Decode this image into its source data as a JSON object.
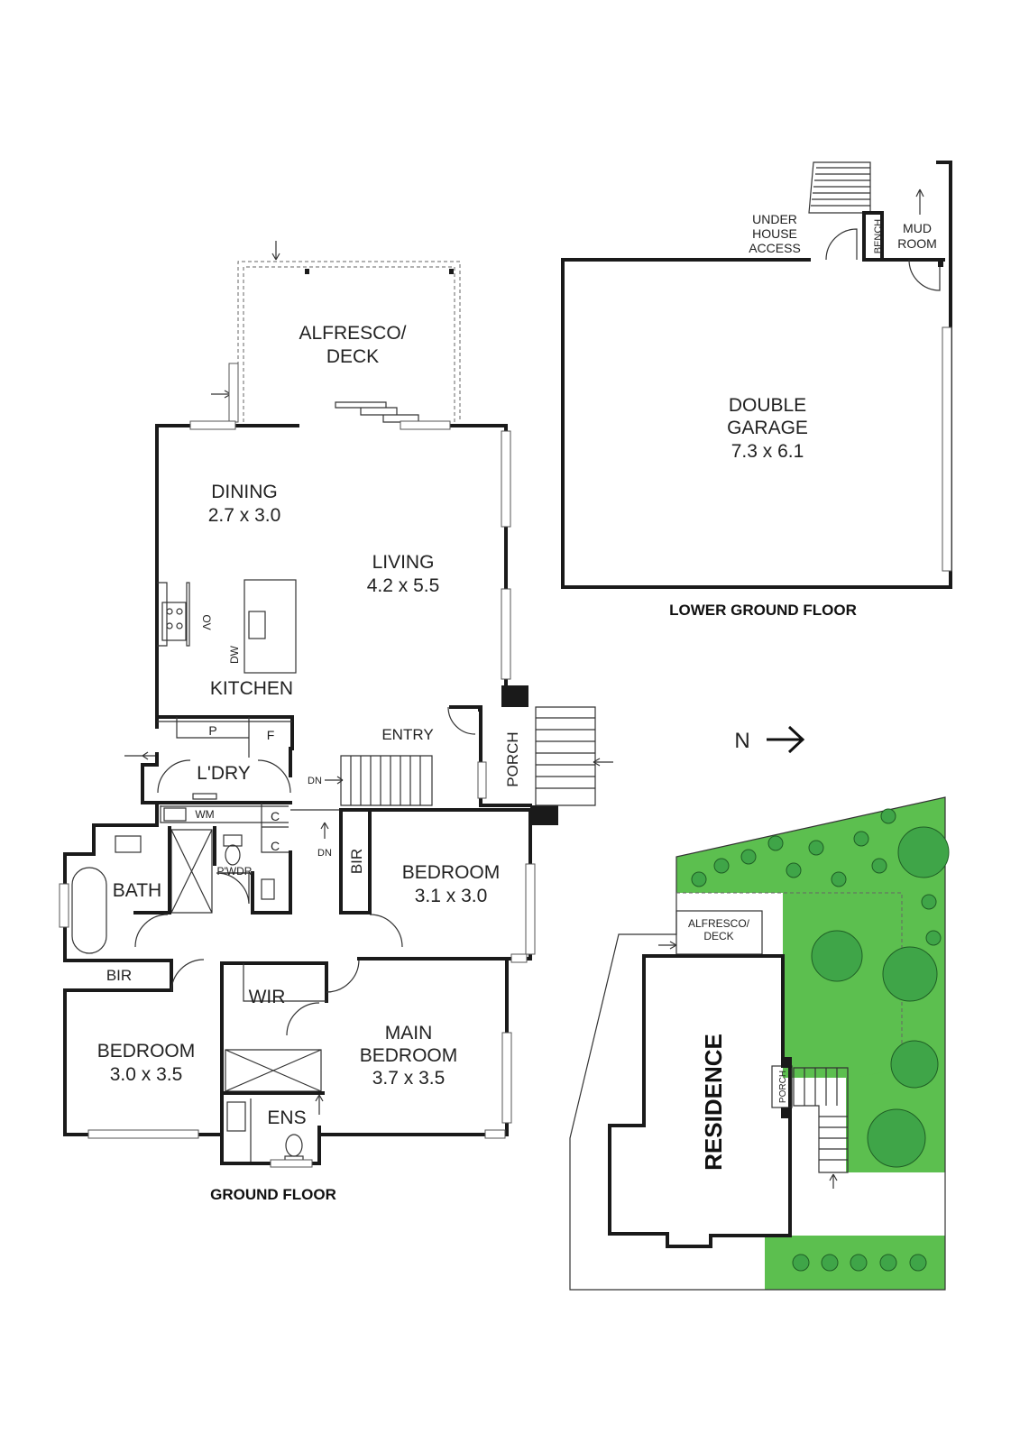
{
  "ground_floor": {
    "title": "GROUND FLOOR",
    "rooms": {
      "alfresco_line1": "ALFRESCO/",
      "alfresco_line2": "DECK",
      "dining_name": "DINING",
      "dining_size": "2.7 x 3.0",
      "living_name": "LIVING",
      "living_size": "4.2 x 5.5",
      "kitchen_name": "KITCHEN",
      "entry_name": "ENTRY",
      "porch_name": "PORCH",
      "laundry_name": "L'DRY",
      "bedroom2_name": "BEDROOM",
      "bedroom2_size": "3.1 x 3.0",
      "bath_name": "BATH",
      "powder_name": "P'WDR",
      "bir_left": "BIR",
      "bir_right": "BIR",
      "bedroom3_name": "BEDROOM",
      "bedroom3_size": "3.0 x 3.5",
      "wir_name": "WIR",
      "main_line1": "MAIN",
      "main_line2": "BEDROOM",
      "main_size": "3.7 x 3.5",
      "ensuite_name": "ENS"
    },
    "fixtures": {
      "oven": "OV",
      "dishwasher": "DW",
      "pantry": "P",
      "fridge": "F",
      "washing_machine": "WM",
      "cupboard_1": "C",
      "cupboard_2": "C",
      "stairs_down_1": "DN",
      "stairs_down_2": "DN"
    }
  },
  "lower_ground_floor": {
    "title": "LOWER GROUND FLOOR",
    "garage_line1": "DOUBLE",
    "garage_line2": "GARAGE",
    "garage_size": "7.3 x 6.1",
    "under_line1": "UNDER",
    "under_line2": "HOUSE",
    "under_line3": "ACCESS",
    "bench": "BENCH",
    "mud_line1": "MUD",
    "mud_line2": "ROOM"
  },
  "site_plan": {
    "residence": "RESIDENCE",
    "alfresco_line1": "ALFRESCO/",
    "alfresco_line2": "DECK",
    "porch": "PORCH",
    "garden_color": "#5cbf4f"
  },
  "compass": {
    "label": "N",
    "icon": "arrow-right-icon"
  }
}
